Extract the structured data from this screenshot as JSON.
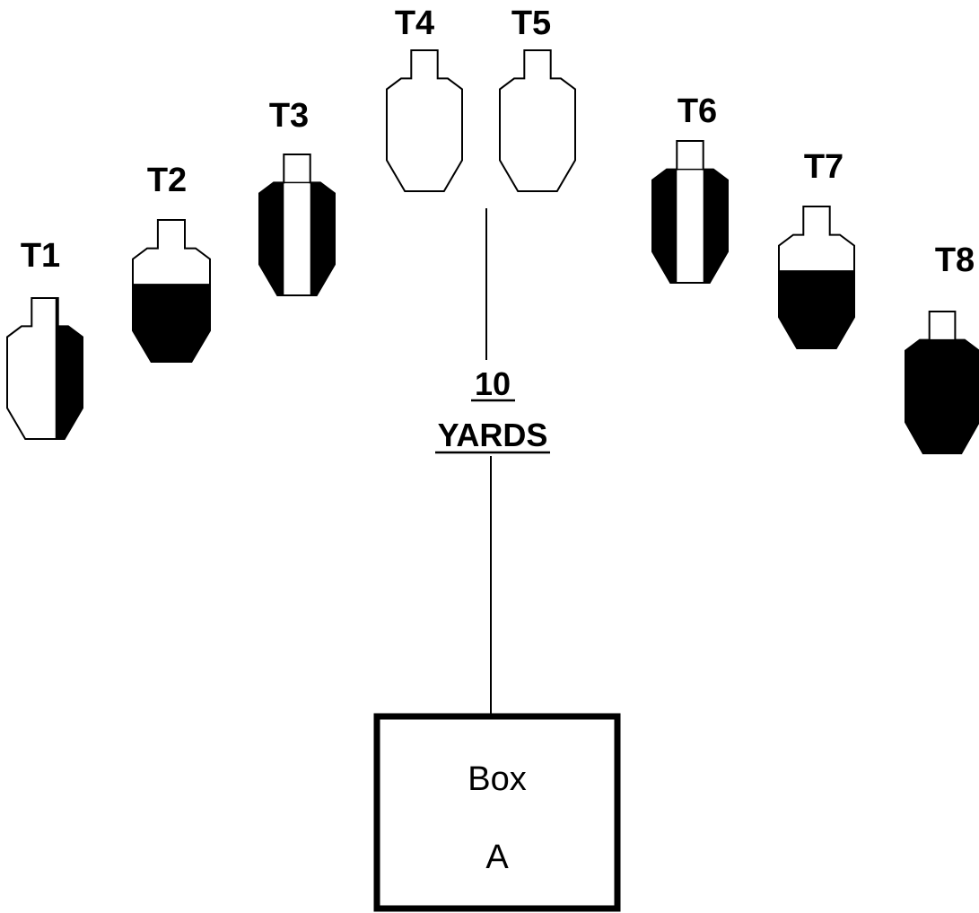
{
  "targets": [
    {
      "label": "T1",
      "fill": "right-half"
    },
    {
      "label": "T2",
      "fill": "lower-body"
    },
    {
      "label": "T3",
      "fill": "sides"
    },
    {
      "label": "T4",
      "fill": "none"
    },
    {
      "label": "T5",
      "fill": "none"
    },
    {
      "label": "T6",
      "fill": "sides"
    },
    {
      "label": "T7",
      "fill": "lower-body"
    },
    {
      "label": "T8",
      "fill": "full-body"
    }
  ],
  "distance": {
    "value": "10",
    "unit": "YARDS"
  },
  "box": {
    "line1": "Box",
    "line2": "A"
  },
  "colors": {
    "ink": "#000000",
    "paper": "#ffffff"
  }
}
